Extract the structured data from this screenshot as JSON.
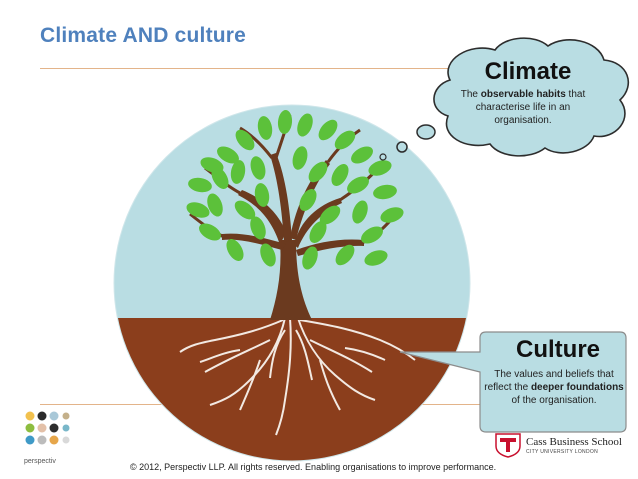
{
  "slide": {
    "title": "Climate AND culture"
  },
  "climate_bubble": {
    "heading": "Climate",
    "text_pre": "The ",
    "text_bold": "observable habits",
    "text_post": " that characterise life in an organisation."
  },
  "culture_bubble": {
    "heading": "Culture",
    "text_pre": "The values and beliefs that reflect the ",
    "text_bold": "deeper foundations",
    "text_post": " of the organisation."
  },
  "footer": {
    "copyright": "© 2012, Perspectiv LLP. All rights reserved. Enabling organisations to improve performance."
  },
  "logos": {
    "left_brand": "perspectiv",
    "right_brand": "Cass Business School",
    "right_sub": "CITY UNIVERSITY LONDON"
  },
  "colors": {
    "title": "#4f81bd",
    "sky": "#b9dde3",
    "soil": "#8b3e1c",
    "trunk": "#6b3a1f",
    "leaf": "#5cc13a",
    "rule": "#e3b48a"
  }
}
